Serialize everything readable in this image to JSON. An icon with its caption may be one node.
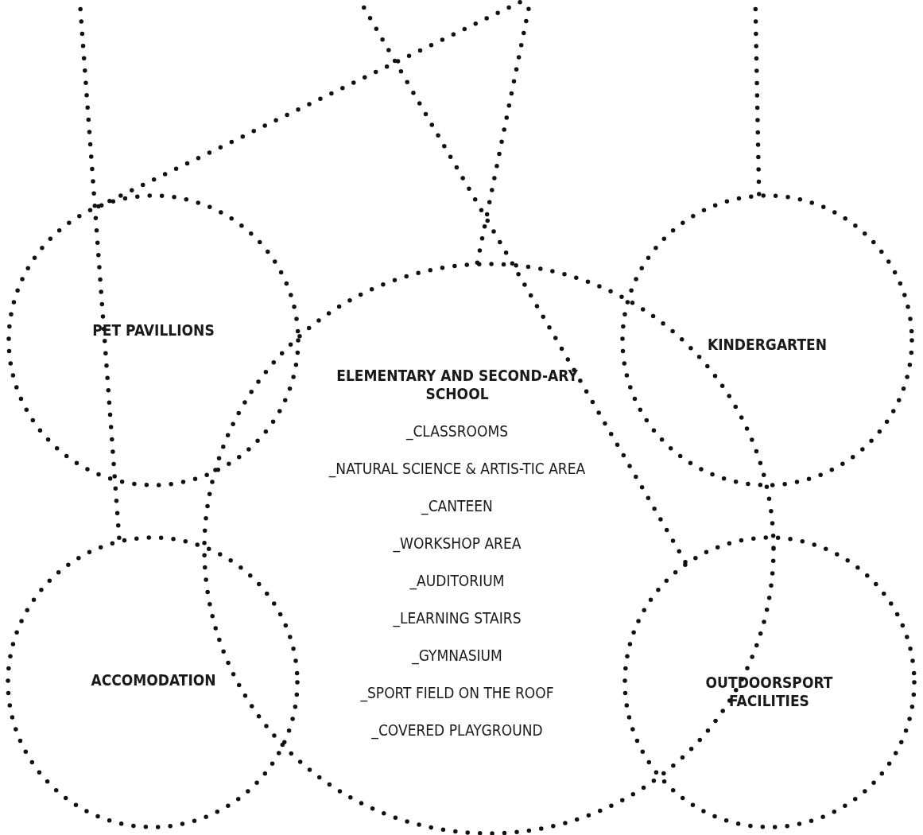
{
  "diagram": {
    "nodes": [
      {
        "text": [
          "PET PAVILLIONS"
        ]
      },
      {
        "text": [
          "ELEMENTARY AND SECOND-ARY SCHOOL",
          "_CLASSROOMS",
          "_NATURAL SCIENCE & ARTIS-TIC AREA",
          "_CANTEEN",
          "_WORKSHOP AREA",
          "_AUDITORIUM",
          "_LEARNING STAIRS",
          "_GYMNASIUM",
          "_SPORT FIELD ON THE ROOF",
          "_COVERED PLAYGROUND"
        ]
      },
      {
        "text": [
          "KINDERGARTEN"
        ]
      },
      {
        "text": [
          "ACCOMODATION"
        ]
      },
      {
        "text": [
          "OUTDOORSPORT FACILITIES"
        ]
      }
    ],
    "edges": [
      {
        "from": null,
        "to": 3,
        "arrow": "none",
        "style": "dashed"
      },
      {
        "from": null,
        "to": 0,
        "arrow": "none",
        "style": "dashed"
      },
      {
        "from": null,
        "to": 1,
        "arrow": "none",
        "style": "dashed"
      },
      {
        "from": null,
        "to": 4,
        "arrow": "none",
        "style": "dashed"
      },
      {
        "from": null,
        "to": 2,
        "arrow": "none",
        "style": "dashed"
      }
    ]
  }
}
